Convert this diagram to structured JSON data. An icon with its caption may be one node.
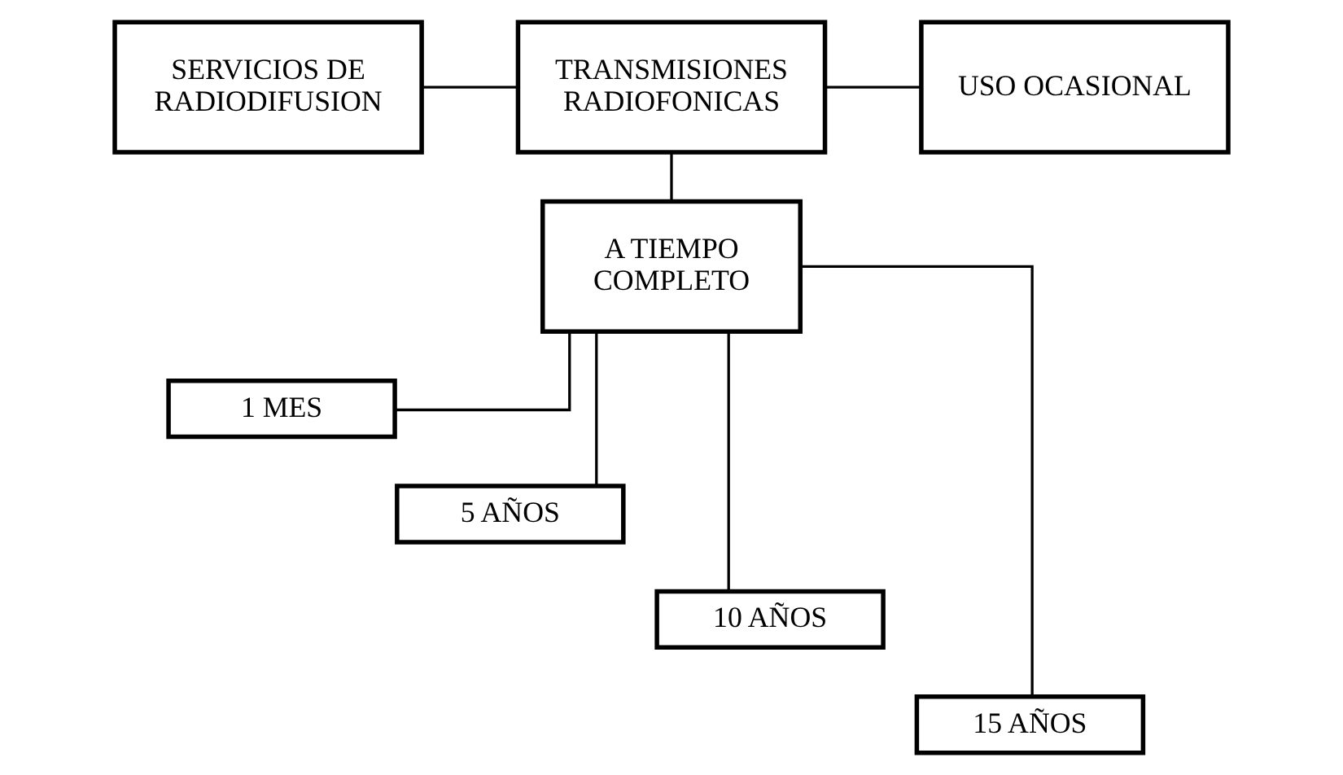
{
  "diagram": {
    "nodes": [
      {
        "text": [
          "SERVICIOS DE RADIODIFUSION"
        ]
      },
      {
        "text": [
          "TRANSMISIONES RADIOFONICAS"
        ]
      },
      {
        "text": [
          "USO OCASIONAL"
        ]
      },
      {
        "text": [
          "A TIEMPO COMPLETO"
        ]
      },
      {
        "text": [
          "1 MES"
        ]
      },
      {
        "text": [
          "5 AÑOS"
        ]
      },
      {
        "text": [
          "10 AÑOS"
        ]
      },
      {
        "text": [
          "15 AÑOS"
        ]
      }
    ],
    "edges": [
      {
        "from": 0,
        "to": 1,
        "arrow": "none"
      },
      {
        "from": 1,
        "to": 2,
        "arrow": "none"
      },
      {
        "from": 1,
        "to": 3,
        "arrow": "none"
      },
      {
        "from": 3,
        "to": 4,
        "arrow": "none"
      },
      {
        "from": 3,
        "to": 5,
        "arrow": "none"
      },
      {
        "from": 3,
        "to": 6,
        "arrow": "none"
      },
      {
        "from": 3,
        "to": 7,
        "arrow": "none"
      }
    ]
  }
}
